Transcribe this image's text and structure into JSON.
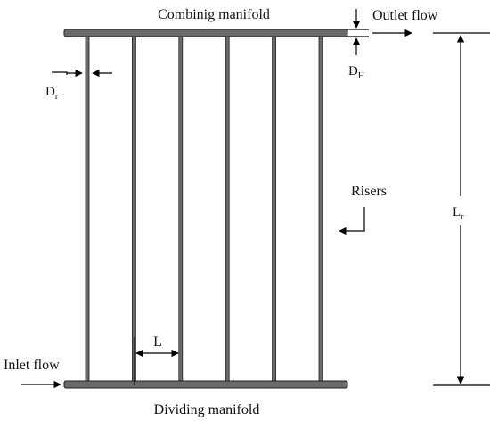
{
  "labels": {
    "top_manifold": "Combinig manifold",
    "bottom_manifold": "Dividing manifold",
    "outlet": "Outlet flow",
    "inlet": "Inlet flow",
    "risers": "Risers",
    "spacing": "L",
    "riser_diameter_base": "D",
    "riser_diameter_sub": "r",
    "header_diameter_base": "D",
    "header_diameter_sub": "H",
    "riser_length_base": "L",
    "riser_length_sub": "r"
  },
  "diagram": {
    "riser_count": 6,
    "manifold_color": "#6a6a6a",
    "riser_color": "#6a6a6a",
    "outline_color": "#222222"
  }
}
